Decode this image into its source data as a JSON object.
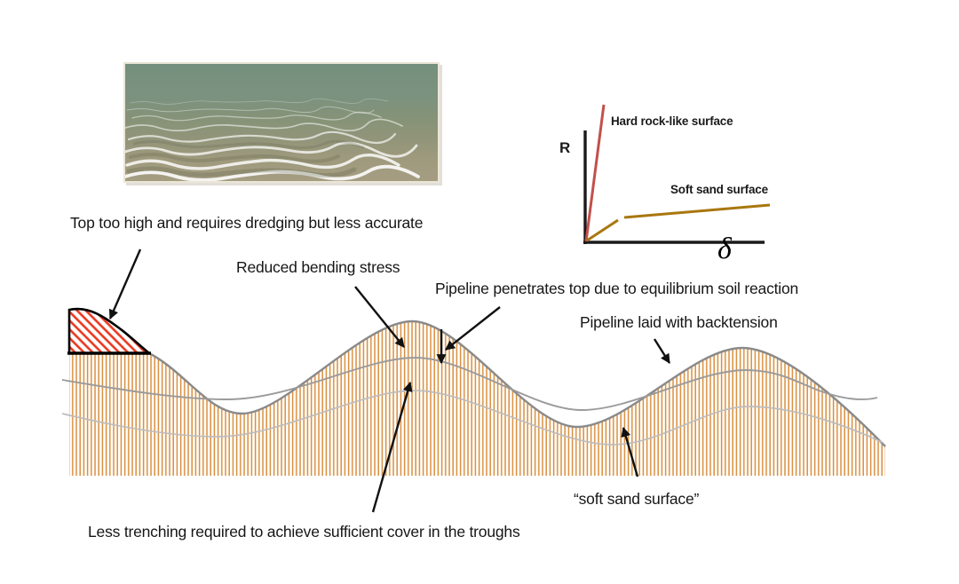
{
  "photo": {
    "alt": "Underwater photograph of rippled soft sandy seabed"
  },
  "graph": {
    "y_label": "R",
    "x_label": "δ",
    "hard_label": "Hard rock-like surface",
    "soft_label": "Soft sand surface"
  },
  "annotations": {
    "dredging": "Top too high and requires dredging but less accurate",
    "bending": "Reduced bending stress",
    "penetrates": "Pipeline penetrates top due to equilibrium soil reaction",
    "backtension": "Pipeline laid with backtension",
    "soft_sand": "“soft sand surface”",
    "trenching": "Less trenching required to achieve sufficient cover in the troughs"
  },
  "colors": {
    "sand_hatch": "#d98f3e",
    "red_hatch": "#e8381f",
    "hard_rock_line": "#c2504b",
    "soft_sand_line": "#a9770e",
    "seabed_outline": "#8a8a8a",
    "pipeline_equilibrium": "#9b9b9b",
    "pipeline_deep": "#bdbdbd",
    "arrow": "#111111",
    "axis": "#1a1a1a"
  },
  "chart_data": {
    "type": "line",
    "title": "",
    "xlabel": "δ",
    "ylabel": "R",
    "legend_position": "inline labels",
    "grid": false,
    "series": [
      {
        "name": "Hard rock-like surface",
        "color": "#c2504b",
        "x": [
          0,
          0.1
        ],
        "y": [
          0,
          1.0
        ],
        "shape": "single very steep straight line from origin"
      },
      {
        "name": "Soft sand surface",
        "color": "#a9770e",
        "x": [
          0,
          0.19,
          1.0
        ],
        "y": [
          0,
          0.17,
          0.28
        ],
        "shape": "bilinear: moderate initial slope then shallow slope"
      }
    ]
  }
}
